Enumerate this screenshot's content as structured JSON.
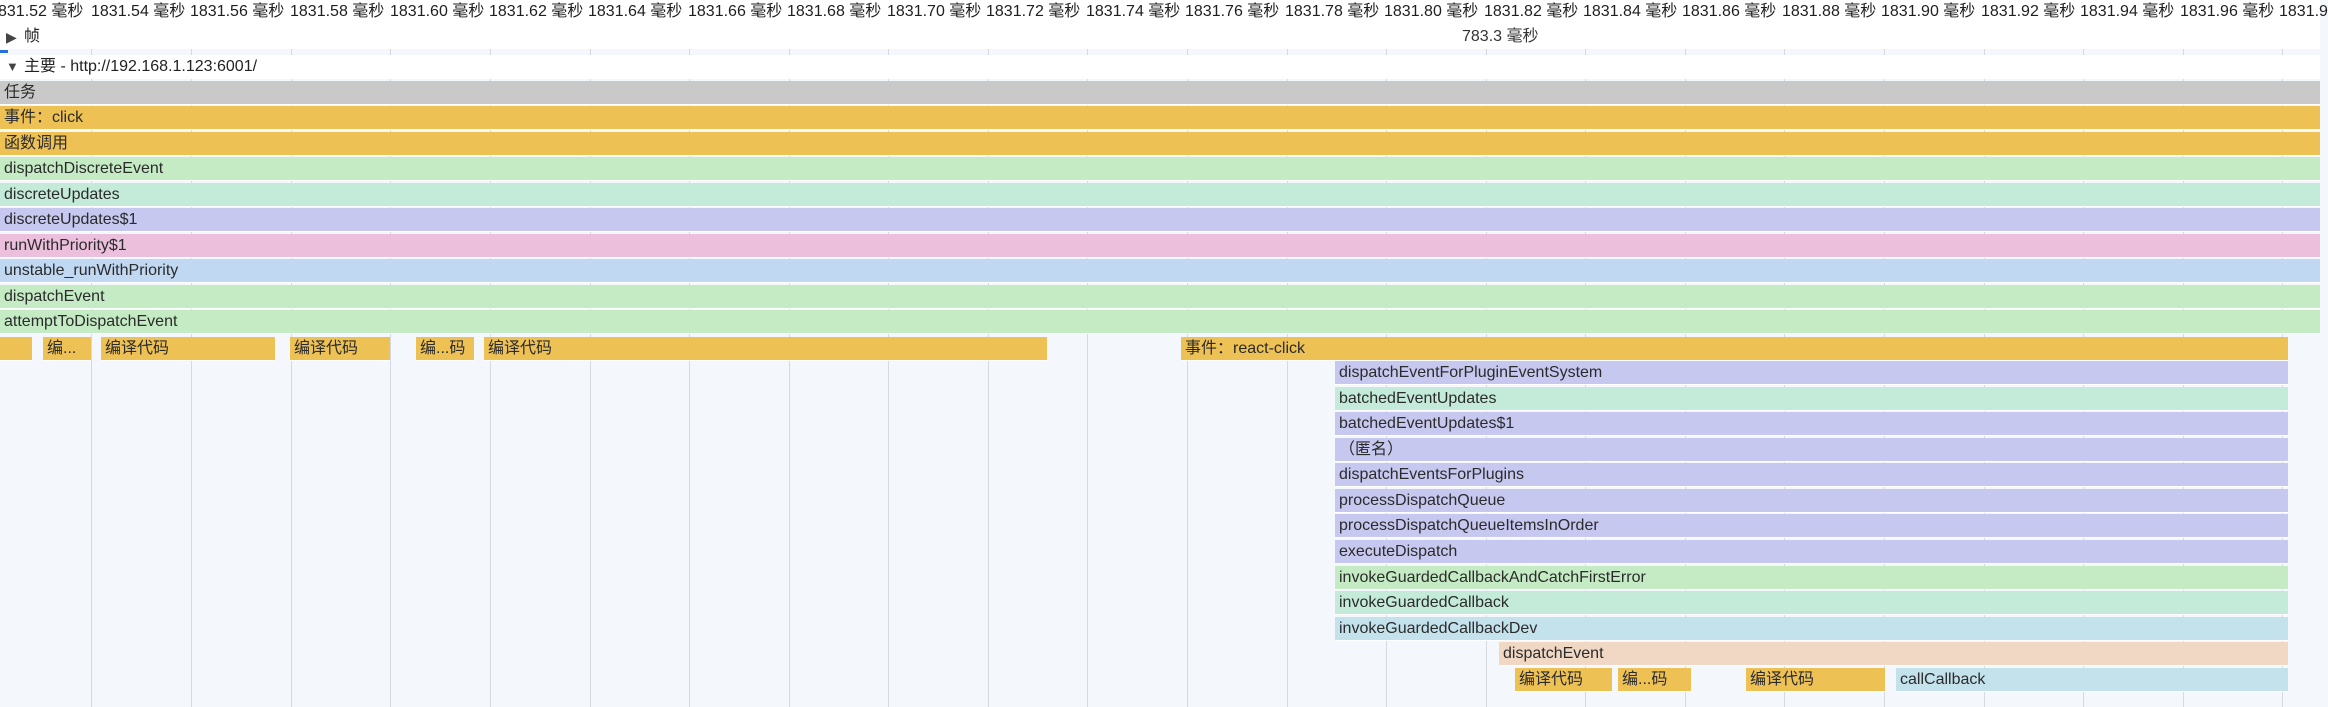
{
  "ruler": {
    "labels": [
      "831.52 毫秒",
      "1831.54 毫秒",
      "1831.56 毫秒",
      "1831.58 毫秒",
      "1831.60 毫秒",
      "1831.62 毫秒",
      "1831.64 毫秒",
      "1831.66 毫秒",
      "1831.68 毫秒",
      "1831.70 毫秒",
      "1831.72 毫秒",
      "1831.74 毫秒",
      "1831.76 毫秒",
      "1831.78 毫秒",
      "1831.80 毫秒",
      "1831.82 毫秒",
      "1831.84 毫秒",
      "1831.86 毫秒",
      "1831.88 毫秒",
      "1831.90 毫秒",
      "1831.92 毫秒",
      "1831.94 毫秒",
      "1831.96 毫秒",
      "1831.9"
    ]
  },
  "frames_track": {
    "label": "帧",
    "duration": "783.3 毫秒",
    "expanded": false
  },
  "main_track": {
    "label": "主要 - http://192.168.1.123:6001/",
    "expanded": true
  },
  "colors": {
    "task": "#c9c9c9",
    "event": "#eec155",
    "compile": "#eec155",
    "green": "#c4ebc3",
    "mint": "#c4ebd9",
    "lavender": "#c6c8f0",
    "pink": "#ecc0dc",
    "blue": "#c0d8f2",
    "peach": "#f0d8c5",
    "lightblue": "#c4e2ec",
    "accent": "#2a6fdb"
  },
  "flame": {
    "bars": [
      {
        "label": "任务",
        "color": "task"
      },
      {
        "label": "事件：click",
        "color": "event"
      },
      {
        "label": "函数调用",
        "color": "event"
      },
      {
        "label": "dispatchDiscreteEvent",
        "color": "green"
      },
      {
        "label": "discreteUpdates",
        "color": "mint"
      },
      {
        "label": "discreteUpdates$1",
        "color": "lavender"
      },
      {
        "label": "runWithPriority$1",
        "color": "pink"
      },
      {
        "label": "unstable_runWithPriority",
        "color": "blue"
      },
      {
        "label": "dispatchEvent",
        "color": "green"
      },
      {
        "label": "attemptToDispatchEvent",
        "color": "green"
      },
      {
        "label": "",
        "color": "compile"
      },
      {
        "label": "编...",
        "color": "compile"
      },
      {
        "label": "编译代码",
        "color": "compile"
      },
      {
        "label": "编译代码",
        "color": "compile"
      },
      {
        "label": "编...码",
        "color": "compile"
      },
      {
        "label": "编译代码",
        "color": "compile"
      },
      {
        "label": "事件：react-click",
        "color": "event"
      },
      {
        "label": "dispatchEventForPluginEventSystem",
        "color": "lavender"
      },
      {
        "label": "batchedEventUpdates",
        "color": "mint"
      },
      {
        "label": "batchedEventUpdates$1",
        "color": "lavender"
      },
      {
        "label": "（匿名）",
        "color": "lavender"
      },
      {
        "label": "dispatchEventsForPlugins",
        "color": "lavender"
      },
      {
        "label": "processDispatchQueue",
        "color": "lavender"
      },
      {
        "label": "processDispatchQueueItemsInOrder",
        "color": "lavender"
      },
      {
        "label": "executeDispatch",
        "color": "lavender"
      },
      {
        "label": "invokeGuardedCallbackAndCatchFirstError",
        "color": "green"
      },
      {
        "label": "invokeGuardedCallback",
        "color": "mint"
      },
      {
        "label": "invokeGuardedCallbackDev",
        "color": "lightblue"
      },
      {
        "label": "dispatchEvent",
        "color": "peach"
      },
      {
        "label": "编译代码",
        "color": "compile"
      },
      {
        "label": "编...码",
        "color": "compile"
      },
      {
        "label": "编译代码",
        "color": "compile"
      },
      {
        "label": "callCallback",
        "color": "lightblue"
      }
    ]
  }
}
